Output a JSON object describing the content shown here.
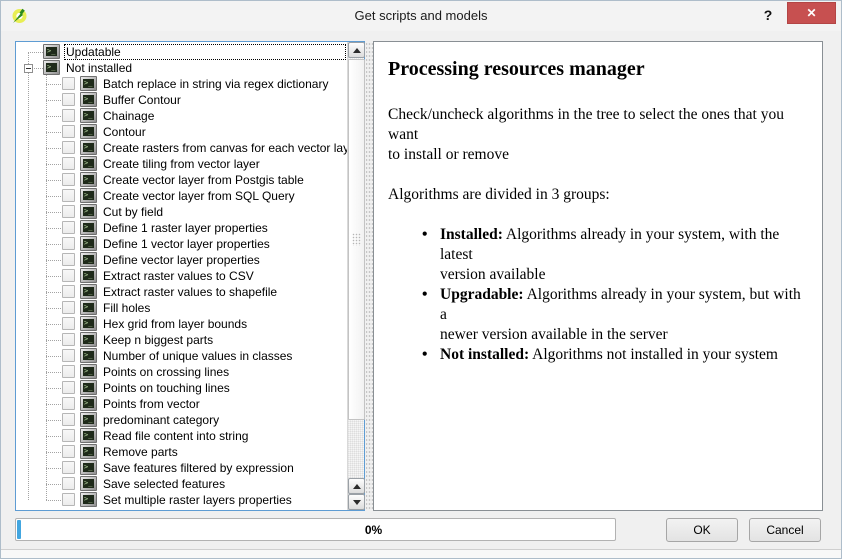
{
  "window": {
    "title": "Get scripts and models",
    "help_label": "?",
    "close_label": "✕"
  },
  "icons": {
    "app_icon": "qgis-logo",
    "tree_item_icon": "script-console",
    "tree_item_glyph": ">_",
    "expander_collapse_icon": "minus-box",
    "scroll_up_icon": "triangle-up",
    "scroll_down_icon": "triangle-down"
  },
  "tree": {
    "items": [
      {
        "label": "Updatable",
        "level": 0,
        "expander": "",
        "checkbox": false,
        "checked": false,
        "focused": true
      },
      {
        "label": "Not installed",
        "level": 0,
        "expander": "minus",
        "checkbox": false,
        "checked": false,
        "focused": false
      },
      {
        "label": "Batch replace in string via regex dictionary",
        "level": 1,
        "checkbox": true,
        "checked": false
      },
      {
        "label": "Buffer Contour",
        "level": 1,
        "checkbox": true,
        "checked": false
      },
      {
        "label": "Chainage",
        "level": 1,
        "checkbox": true,
        "checked": false
      },
      {
        "label": "Contour",
        "level": 1,
        "checkbox": true,
        "checked": false
      },
      {
        "label": "Create rasters from canvas for each vector laye...",
        "level": 1,
        "checkbox": true,
        "checked": false
      },
      {
        "label": "Create tiling from vector layer",
        "level": 1,
        "checkbox": true,
        "checked": false
      },
      {
        "label": "Create vector layer from Postgis table",
        "level": 1,
        "checkbox": true,
        "checked": false
      },
      {
        "label": "Create vector layer from SQL Query",
        "level": 1,
        "checkbox": true,
        "checked": false
      },
      {
        "label": "Cut by field",
        "level": 1,
        "checkbox": true,
        "checked": false
      },
      {
        "label": "Define 1 raster layer properties",
        "level": 1,
        "checkbox": true,
        "checked": false
      },
      {
        "label": "Define 1 vector layer properties",
        "level": 1,
        "checkbox": true,
        "checked": false
      },
      {
        "label": "Define vector layer properties",
        "level": 1,
        "checkbox": true,
        "checked": false
      },
      {
        "label": "Extract raster values to CSV",
        "level": 1,
        "checkbox": true,
        "checked": false
      },
      {
        "label": "Extract raster values to shapefile",
        "level": 1,
        "checkbox": true,
        "checked": false
      },
      {
        "label": "Fill holes",
        "level": 1,
        "checkbox": true,
        "checked": false
      },
      {
        "label": "Hex grid from layer bounds",
        "level": 1,
        "checkbox": true,
        "checked": false
      },
      {
        "label": "Keep n biggest parts",
        "level": 1,
        "checkbox": true,
        "checked": false
      },
      {
        "label": "Number of unique values in classes",
        "level": 1,
        "checkbox": true,
        "checked": false
      },
      {
        "label": "Points on crossing lines",
        "level": 1,
        "checkbox": true,
        "checked": false
      },
      {
        "label": "Points on touching lines",
        "level": 1,
        "checkbox": true,
        "checked": false
      },
      {
        "label": "Points from vector",
        "level": 1,
        "checkbox": true,
        "checked": false
      },
      {
        "label": "predominant category",
        "level": 1,
        "checkbox": true,
        "checked": false
      },
      {
        "label": "Read file content into string",
        "level": 1,
        "checkbox": true,
        "checked": false
      },
      {
        "label": "Remove parts",
        "level": 1,
        "checkbox": true,
        "checked": false
      },
      {
        "label": "Save features filtered by expression",
        "level": 1,
        "checkbox": true,
        "checked": false
      },
      {
        "label": "Save selected features",
        "level": 1,
        "checkbox": true,
        "checked": false
      },
      {
        "label": "Set multiple raster layers properties",
        "level": 1,
        "checkbox": true,
        "checked": false
      }
    ]
  },
  "description_panel": {
    "heading": "Processing resources manager",
    "intro": "Check/uncheck algorithms in the tree to select the ones that you want\nto install or remove",
    "groups_intro": "Algorithms are divided in 3 groups:",
    "bullet_glyph": "•",
    "bullets": [
      {
        "label": "Installed:",
        "text": " Algorithms already in your system, with the latest\nversion available"
      },
      {
        "label": "Upgradable:",
        "text": " Algorithms already in your system, but with a\nnewer version available in the server"
      },
      {
        "label": "Not installed:",
        "text": " Algorithms not installed in your system"
      }
    ]
  },
  "progress_bar": {
    "label": "0%",
    "percent": 0,
    "fill_color": "#42a6e0"
  },
  "action_buttons": {
    "ok_label": "OK",
    "cancel_label": "Cancel"
  }
}
